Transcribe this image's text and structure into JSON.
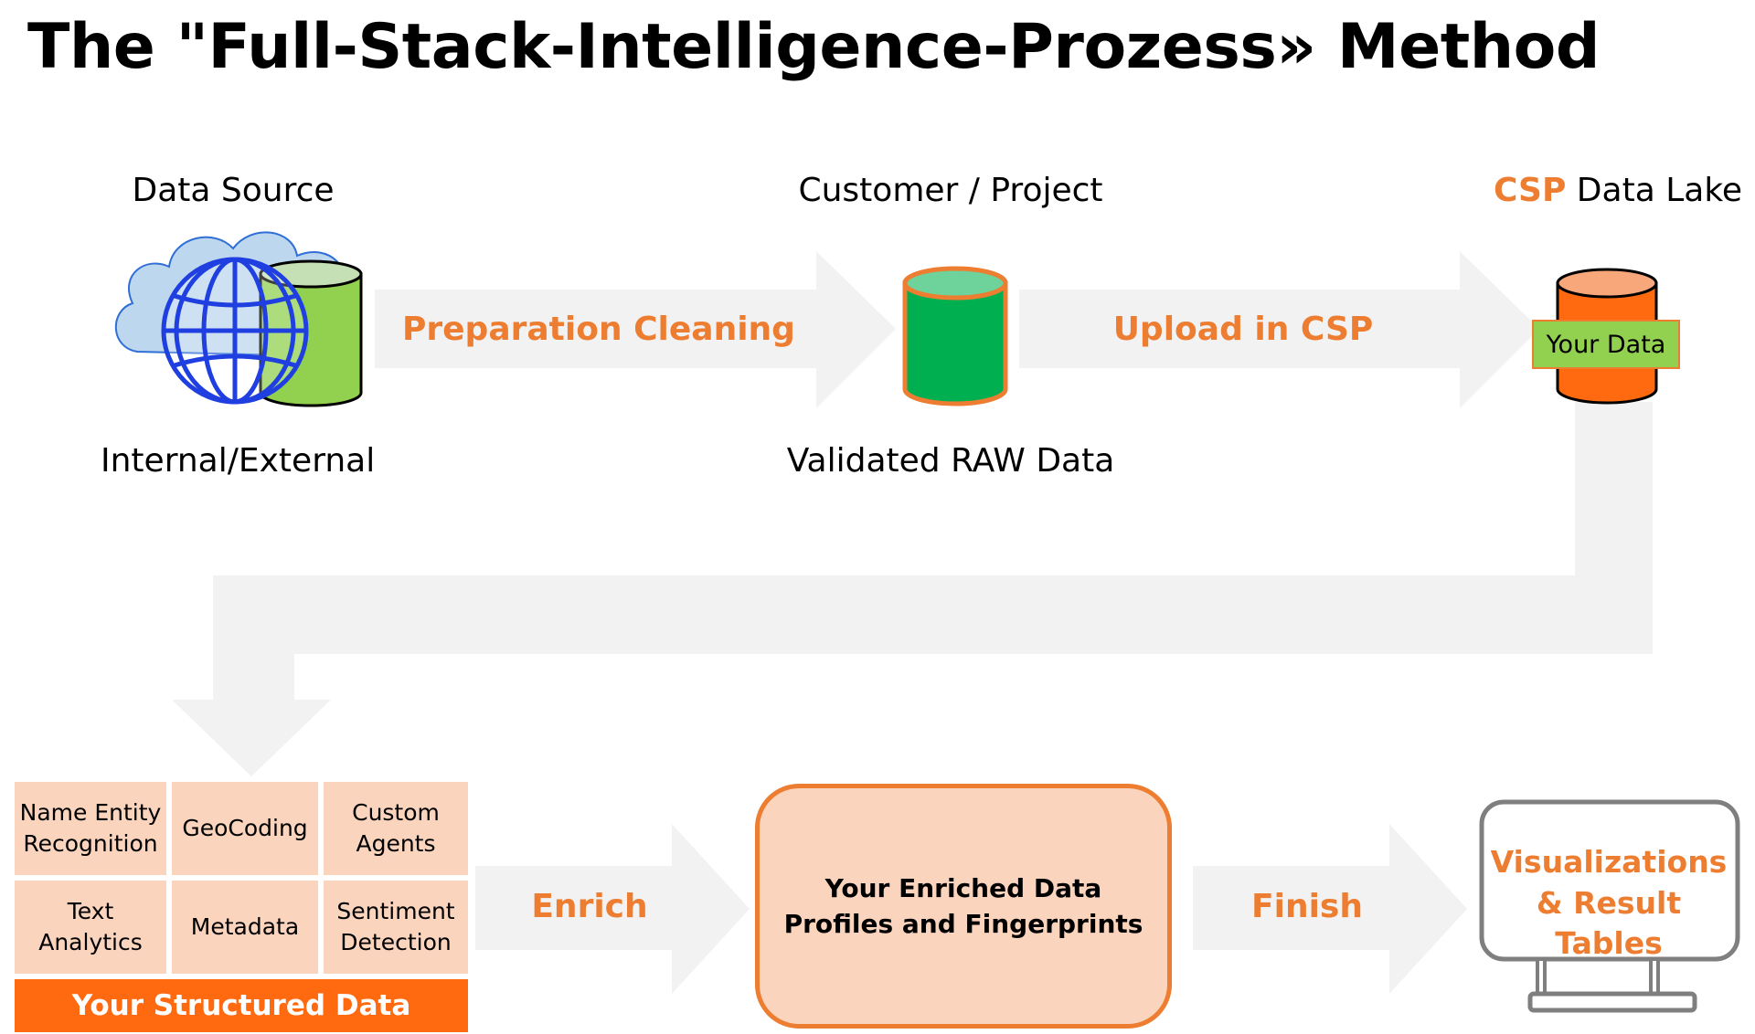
{
  "title": "The \"Full-Stack-Intelligence-Prozess» Method",
  "top_row": {
    "source_label": "Data Source",
    "source_sublabel": "Internal/External",
    "customer_label": "Customer / Project",
    "validated_label": "Validated RAW Data",
    "lake_prefix": "CSP",
    "lake_suffix": " Data Lake",
    "your_data_tag": "Your Data",
    "arrow1_label": "Preparation Cleaning",
    "arrow2_label": "Upload in CSP"
  },
  "bottom_row": {
    "cells": [
      [
        "Name Entity",
        "Recognition"
      ],
      [
        "GeoCoding"
      ],
      [
        "Custom",
        "Agents"
      ],
      [
        "Text",
        "Analytics"
      ],
      [
        "Metadata"
      ],
      [
        "Sentiment",
        "Detection"
      ]
    ],
    "structured_label": "Your Structured Data",
    "enrich_label": "Enrich",
    "enriched_line1": "Your Enriched Data",
    "enriched_line2": "Profiles and Fingerprints",
    "finish_label": "Finish",
    "result_line1": "Visualizations",
    "result_line2": "& Result Tables"
  },
  "colors": {
    "accent": "#ED7D31",
    "arrow_gray": "#F2F2F2",
    "orange_fill": "#FF6A10",
    "peach": "#FBD4BE",
    "green": "#00B050",
    "light_green": "#92D050",
    "globe_blue": "#1F3FE0",
    "cloud_blue": "#BDD7EE"
  }
}
